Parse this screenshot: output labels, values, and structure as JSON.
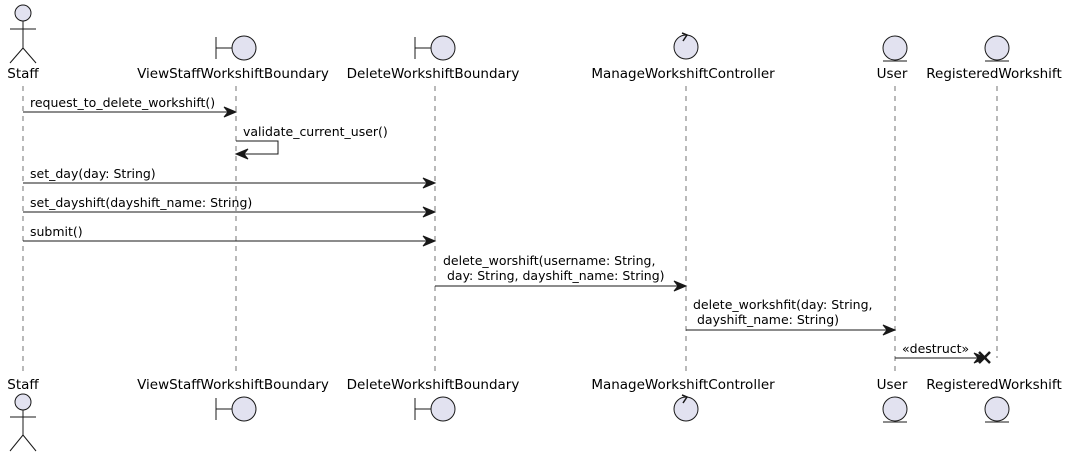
{
  "participants": [
    {
      "id": "staff",
      "type": "actor",
      "name": "Staff"
    },
    {
      "id": "view",
      "type": "boundary",
      "name": "ViewStaffWorkshiftBoundary"
    },
    {
      "id": "del",
      "type": "boundary",
      "name": "DeleteWorkshiftBoundary"
    },
    {
      "id": "ctrl",
      "type": "control",
      "name": "ManageWorkshiftController"
    },
    {
      "id": "user",
      "type": "entity",
      "name": "User"
    },
    {
      "id": "reg",
      "type": "entity",
      "name": "RegisteredWorkshift"
    }
  ],
  "messages": [
    {
      "from": "staff",
      "to": "view",
      "lines": [
        "request_to_delete_workshift()"
      ]
    },
    {
      "from": "view",
      "to": "view",
      "self": true,
      "lines": [
        "validate_current_user()"
      ]
    },
    {
      "from": "staff",
      "to": "del",
      "lines": [
        "set_day(day: String)"
      ]
    },
    {
      "from": "staff",
      "to": "del",
      "lines": [
        "set_dayshift(dayshift_name: String)"
      ]
    },
    {
      "from": "staff",
      "to": "del",
      "lines": [
        "submit()"
      ]
    },
    {
      "from": "del",
      "to": "ctrl",
      "lines": [
        "delete_worshift(username: String,",
        " day: String, dayshift_name: String)"
      ]
    },
    {
      "from": "ctrl",
      "to": "user",
      "lines": [
        "delete_workshfit(day: String,",
        " dayshift_name: String)"
      ]
    },
    {
      "from": "user",
      "to": "reg",
      "destroy": true,
      "lines": [
        "«destruct»"
      ]
    }
  ],
  "colors": {
    "participant_fill": "#E2E2F0",
    "line": "#181818"
  }
}
